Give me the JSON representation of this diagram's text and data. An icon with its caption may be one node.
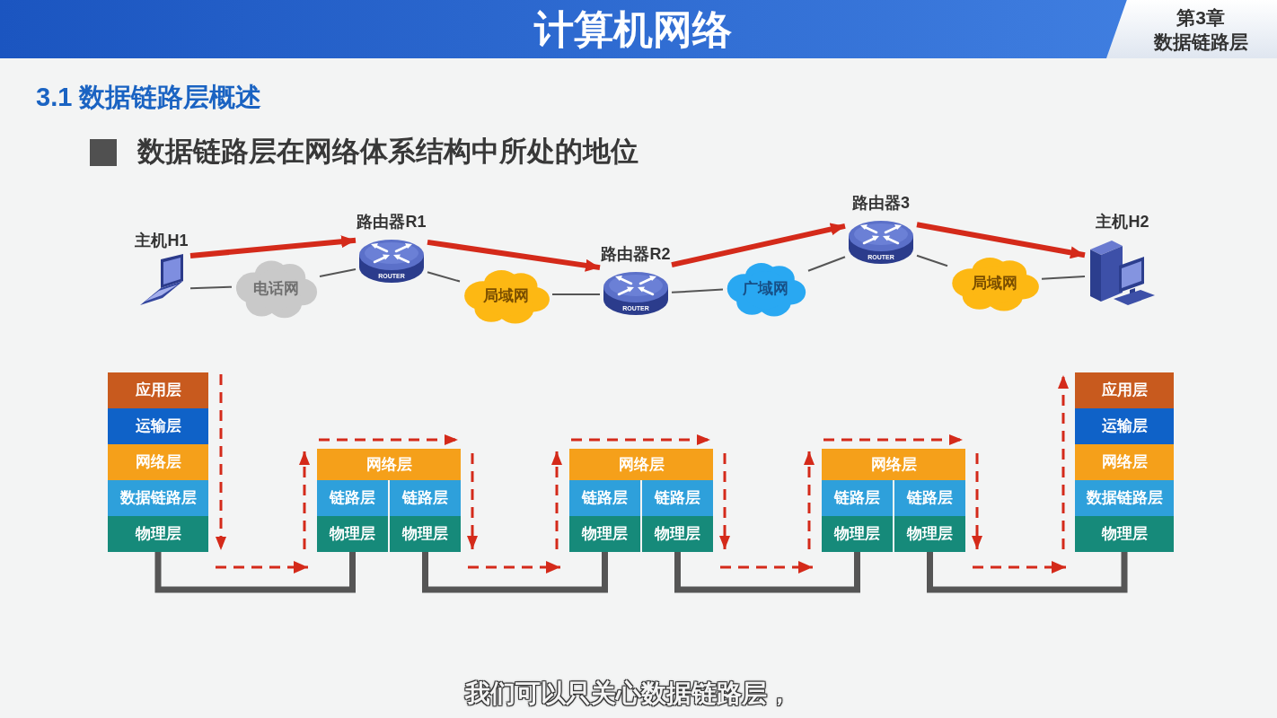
{
  "diagram": {
    "title": "计算机网络",
    "nodes": [
      {
        "text": [
          "主机H1"
        ]
      },
      {
        "text": [
          "电话网"
        ]
      },
      {
        "text": [
          "路由器R1",
          "ROUTER"
        ]
      },
      {
        "text": [
          "局域网"
        ]
      },
      {
        "text": [
          "路由器R2",
          "ROUTER"
        ]
      },
      {
        "text": [
          "广域网"
        ]
      },
      {
        "text": [
          "路由器3",
          "ROUTER"
        ]
      },
      {
        "text": [
          "局域网"
        ]
      },
      {
        "text": [
          "主机H2"
        ]
      },
      {
        "text": [
          "应用层"
        ]
      },
      {
        "text": [
          "运输层"
        ]
      },
      {
        "text": [
          "网络层"
        ]
      },
      {
        "text": [
          "数据链路层"
        ]
      },
      {
        "text": [
          "物理层"
        ]
      },
      {
        "text": [
          "网络层"
        ]
      },
      {
        "text": [
          "链路层"
        ]
      },
      {
        "text": [
          "链路层"
        ]
      },
      {
        "text": [
          "物理层"
        ]
      },
      {
        "text": [
          "物理层"
        ]
      },
      {
        "text": [
          "网络层"
        ]
      },
      {
        "text": [
          "链路层"
        ]
      },
      {
        "text": [
          "链路层"
        ]
      },
      {
        "text": [
          "物理层"
        ]
      },
      {
        "text": [
          "物理层"
        ]
      },
      {
        "text": [
          "网络层"
        ]
      },
      {
        "text": [
          "链路层"
        ]
      },
      {
        "text": [
          "链路层"
        ]
      },
      {
        "text": [
          "物理层"
        ]
      },
      {
        "text": [
          "物理层"
        ]
      },
      {
        "text": [
          "应用层"
        ]
      },
      {
        "text": [
          "运输层"
        ]
      },
      {
        "text": [
          "网络层"
        ]
      },
      {
        "text": [
          "数据链路层"
        ]
      },
      {
        "text": [
          "物理层"
        ]
      }
    ],
    "edges": [
      {
        "from": 0,
        "to": 1,
        "arrow": "none"
      },
      {
        "from": 1,
        "to": 2,
        "arrow": "none"
      },
      {
        "from": 2,
        "to": 3,
        "arrow": "none"
      },
      {
        "from": 3,
        "to": 4,
        "arrow": "none"
      },
      {
        "from": 4,
        "to": 5,
        "arrow": "none"
      },
      {
        "from": 5,
        "to": 6,
        "arrow": "none"
      },
      {
        "from": 6,
        "to": 7,
        "arrow": "none"
      },
      {
        "from": 7,
        "to": 8,
        "arrow": "none"
      },
      {
        "from": 0,
        "to": 2,
        "arrow": "to",
        "style": "thick",
        "color": "#d42a1a"
      },
      {
        "from": 2,
        "to": 4,
        "arrow": "to",
        "style": "thick",
        "color": "#d42a1a"
      },
      {
        "from": 4,
        "to": 6,
        "arrow": "to",
        "style": "thick",
        "color": "#d42a1a"
      },
      {
        "from": 6,
        "to": 8,
        "arrow": "to",
        "style": "thick",
        "color": "#d42a1a"
      },
      {
        "from": 13,
        "to": 17,
        "arrow": "none",
        "style": "thick"
      },
      {
        "from": 18,
        "to": 22,
        "arrow": "none",
        "style": "thick"
      },
      {
        "from": 23,
        "to": 27,
        "arrow": "none",
        "style": "thick"
      },
      {
        "from": 28,
        "to": 33,
        "arrow": "none",
        "style": "thick"
      },
      {
        "from": 13,
        "to": 17,
        "arrow": "to",
        "style": "dashed",
        "color": "#d42a1a"
      },
      {
        "from": 18,
        "to": 22,
        "arrow": "to",
        "style": "dashed",
        "color": "#d42a1a"
      },
      {
        "from": 23,
        "to": 27,
        "arrow": "to",
        "style": "dashed",
        "color": "#d42a1a"
      },
      {
        "from": 28,
        "to": 33,
        "arrow": "to",
        "style": "dashed",
        "color": "#d42a1a"
      }
    ],
    "labels": [
      "第3章",
      "数据链路层",
      "3.1 数据链路层概述",
      "数据链路层在网络体系结构中所处的地位",
      "我们可以只关心数据链路层，"
    ]
  }
}
